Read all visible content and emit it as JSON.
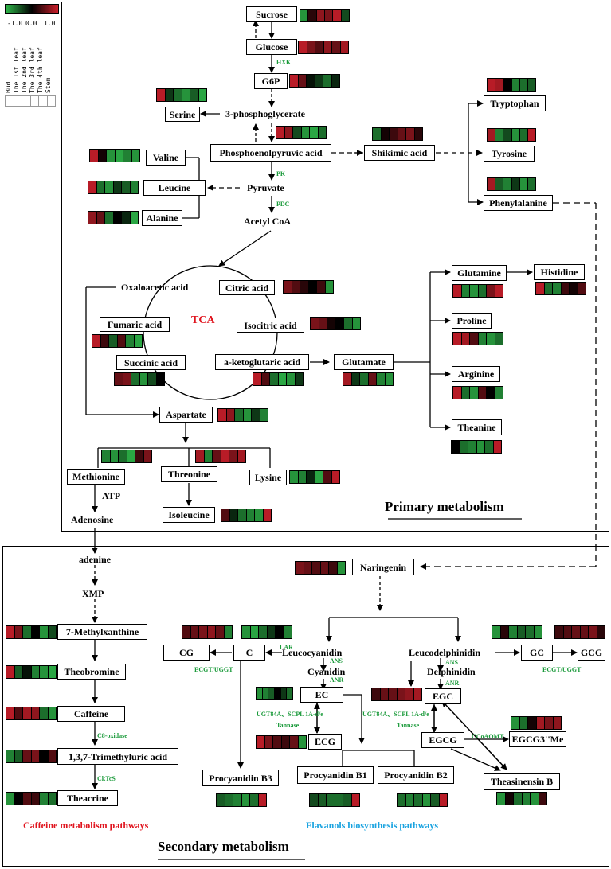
{
  "legend": {
    "scale_labels": [
      "-1.0",
      "0.0",
      "1.0"
    ],
    "tissues": [
      "Bud",
      "The 1st leaf",
      "The 2nd leaf",
      "The 3rd leaf",
      "The 4th leaf",
      "Stem"
    ],
    "colors": {
      "low": "#2fb84a",
      "mid": "#000000",
      "high": "#cc1f2b"
    }
  },
  "panels": {
    "primary": {
      "title": "Primary metabolism"
    },
    "secondary": {
      "title": "Secondary metabolism"
    }
  },
  "nodes": {
    "sucrose": "Sucrose",
    "glucose": "Glucose",
    "g6p": "G6P",
    "serine": "Serine",
    "phosphoglycerate": "3-phosphoglycerate",
    "pep": "Phosphoenolpyruvic acid",
    "shikimic": "Shikimic acid",
    "tryptophan": "Tryptophan",
    "tyrosine": "Tyrosine",
    "phenylalanine": "Phenylalanine",
    "valine": "Valine",
    "leucine": "Leucine",
    "alanine": "Alanine",
    "pyruvate": "Pyruvate",
    "acetylcoa": "Acetyl CoA",
    "oxaloacetic": "Oxaloacetic acid",
    "citric": "Citric acid",
    "tca": "TCA",
    "fumaric": "Fumaric acid",
    "isocitric": "Isocitric acid",
    "succinic": "Succinic acid",
    "ketoglutaric": "a-ketoglutaric acid",
    "glutamate": "Glutamate",
    "glutamine": "Glutamine",
    "histidine": "Histidine",
    "proline": "Proline",
    "arginine": "Arginine",
    "theanine": "Theanine",
    "aspartate": "Aspartate",
    "methionine": "Methionine",
    "threonine": "Threonine",
    "lysine": "Lysine",
    "isoleucine": "Isoleucine",
    "atp": "ATP",
    "adenosine": "Adenosine",
    "adenine": "adenine",
    "xmp": "XMP",
    "methylxanthine": "7-Methylxanthine",
    "theobromine": "Theobromine",
    "caffeine": "Caffeine",
    "trimethyluric": "1,3,7-Trimethyluric acid",
    "theacrine": "Theacrine",
    "naringenin": "Naringenin",
    "leucocyanidin": "Leucocyanidin",
    "cyanidin": "Cyanidin",
    "leucodelphinidin": "Leucodelphinidin",
    "delphinidin": "Delphinidin",
    "cg": "CG",
    "c": "C",
    "ec": "EC",
    "ecg": "ECG",
    "egc": "EGC",
    "egcg": "EGCG",
    "egcg3me": "EGCG3''Me",
    "gc": "GC",
    "gcg": "GCG",
    "procyanidin_b3": "Procyanidin B3",
    "procyanidin_b1": "Procyanidin B1",
    "procyanidin_b2": "Procyanidin B2",
    "theasinensin_b": "Theasinensin B"
  },
  "enzymes": {
    "hxk": "HXK",
    "pk": "PK",
    "pdc": "PDC",
    "lar": "LAR",
    "ans1": "ANS",
    "anr1": "ANR",
    "ans2": "ANS",
    "anr2": "ANR",
    "ecgt1": "ECGT/UGGT",
    "ecgt2": "ECGT/UGGT",
    "ugt1": "UGT84A、SCPL 1A-d/e",
    "tannase1": "Tannase",
    "ugt2": "UGT84A、SCPL 1A-d/e",
    "tannase2": "Tannase",
    "c8": "C8-oxidase",
    "cktcs": "CkTcS",
    "ccoaomt": "CCoAOMT"
  },
  "captions": {
    "caffeine_pathway": "Caffeine metabolism pathways",
    "flavanol_pathway": "Flavanols biosynthesis pathways",
    "caffeine_color": "#e0141e",
    "flavanol_color": "#1aa3e0"
  },
  "heatmaps": {
    "sucrose": {
      "label": "Sucrose",
      "values": [
        -0.8,
        0.2,
        0.7,
        0.6,
        0.9,
        -0.4
      ]
    },
    "glucose": {
      "label": "Glucose",
      "values": [
        0.9,
        0.6,
        0.4,
        0.7,
        0.5,
        0.8
      ]
    },
    "g6p": {
      "label": "G6P",
      "values": [
        0.9,
        0.5,
        -0.1,
        -0.3,
        -0.6,
        -0.2
      ]
    },
    "serine": {
      "label": "Serine",
      "values": [
        0.9,
        -0.3,
        -0.6,
        -0.8,
        -0.5,
        -0.9
      ]
    },
    "pep": {
      "label": "Phosphoenolpyruvic acid",
      "values": [
        0.9,
        0.7,
        -0.4,
        -0.8,
        -0.9,
        -0.6
      ]
    },
    "shikimic": {
      "label": "Shikimic acid",
      "values": [
        -0.6,
        0.1,
        0.3,
        0.5,
        0.6,
        0.2
      ]
    },
    "tryptophan": {
      "label": "Tryptophan",
      "values": [
        0.9,
        0.8,
        0.0,
        -0.7,
        -0.6,
        -0.5
      ]
    },
    "tyrosine": {
      "label": "Tyrosine",
      "values": [
        0.8,
        -0.7,
        -0.4,
        -0.8,
        -0.6,
        0.9
      ]
    },
    "phenylalanine": {
      "label": "Phenylalanine",
      "values": [
        0.8,
        -0.5,
        -0.7,
        -0.3,
        -0.8,
        -0.6
      ]
    },
    "valine": {
      "label": "Valine",
      "values": [
        0.9,
        0.1,
        -0.8,
        -0.9,
        -0.7,
        -0.8
      ]
    },
    "leucine": {
      "label": "Leucine",
      "values": [
        0.9,
        -0.6,
        -0.8,
        -0.3,
        -0.5,
        -0.7
      ]
    },
    "alanine": {
      "label": "Alanine",
      "values": [
        0.7,
        0.5,
        -0.6,
        0.0,
        -0.2,
        -0.9
      ]
    },
    "citric": {
      "label": "Citric acid",
      "values": [
        0.6,
        0.4,
        0.2,
        0.0,
        0.3,
        -0.8
      ]
    },
    "isocitric": {
      "label": "Isocitric acid",
      "values": [
        0.6,
        0.5,
        0.1,
        0.0,
        -0.6,
        -0.8
      ]
    },
    "fumaric": {
      "label": "Fumaric acid",
      "values": [
        0.9,
        0.3,
        -0.5,
        0.4,
        -0.7,
        -0.9
      ]
    },
    "succinic": {
      "label": "Succinic acid",
      "values": [
        0.5,
        0.6,
        -0.6,
        -0.8,
        -0.4,
        0.0
      ]
    },
    "ketoglutaric": {
      "label": "a-ketoglutaric acid",
      "values": [
        0.9,
        0.4,
        -0.6,
        -0.9,
        -0.8,
        -0.3
      ]
    },
    "glutamate": {
      "label": "Glutamate",
      "values": [
        0.8,
        -0.3,
        -0.6,
        0.5,
        -0.7,
        -0.8
      ]
    },
    "glutamine": {
      "label": "Glutamine",
      "values": [
        0.9,
        -0.7,
        -0.8,
        -0.6,
        0.6,
        0.9
      ]
    },
    "histidine": {
      "label": "Histidine",
      "values": [
        0.9,
        -0.6,
        -0.7,
        0.3,
        0.1,
        0.4
      ]
    },
    "proline": {
      "label": "Proline",
      "values": [
        0.9,
        0.8,
        0.4,
        -0.7,
        -0.8,
        -0.6
      ]
    },
    "arginine": {
      "label": "Arginine",
      "values": [
        0.9,
        -0.6,
        -0.8,
        0.4,
        0.0,
        -0.7
      ]
    },
    "theanine": {
      "label": "Theanine",
      "values": [
        0.0,
        -0.6,
        -0.7,
        -0.8,
        -0.6,
        0.9
      ]
    },
    "aspartate": {
      "label": "Aspartate",
      "values": [
        0.9,
        0.7,
        -0.6,
        -0.8,
        -0.3,
        -0.7
      ]
    },
    "methionine": {
      "label": "Methionine",
      "values": [
        -0.7,
        -0.8,
        -0.6,
        -0.9,
        0.3,
        0.6
      ]
    },
    "threonine": {
      "label": "Threonine",
      "values": [
        0.8,
        -0.7,
        0.5,
        0.9,
        0.6,
        0.8
      ]
    },
    "lysine": {
      "label": "Lysine",
      "values": [
        -0.8,
        -0.7,
        -0.2,
        -0.9,
        0.4,
        0.9
      ]
    },
    "isoleucine": {
      "label": "Isoleucine",
      "values": [
        0.4,
        -0.2,
        -0.6,
        -0.7,
        -0.8,
        0.9
      ]
    },
    "naringenin": {
      "label": "Naringenin",
      "values": [
        0.6,
        0.5,
        0.4,
        0.5,
        0.3,
        -0.8
      ]
    },
    "cg": {
      "label": "CG",
      "values": [
        0.4,
        0.5,
        0.6,
        0.7,
        0.5,
        -0.7
      ]
    },
    "c": {
      "label": "C",
      "values": [
        -0.8,
        -0.9,
        -0.6,
        -0.3,
        0.0,
        -0.7
      ]
    },
    "ec": {
      "label": "EC",
      "values": [
        -0.8,
        -0.7,
        -0.5,
        0.0,
        -0.3,
        -0.6
      ]
    },
    "ecg": {
      "label": "ECG",
      "values": [
        0.9,
        0.6,
        0.4,
        0.3,
        0.5,
        -0.8
      ]
    },
    "egc": {
      "label": "EGC",
      "values": [
        0.3,
        0.5,
        0.5,
        0.6,
        0.7,
        0.8
      ]
    },
    "gc": {
      "label": "GC",
      "values": [
        -0.8,
        0.2,
        -0.7,
        -0.5,
        -0.6,
        -0.8
      ]
    },
    "gcg": {
      "label": "GCG",
      "values": [
        0.3,
        0.4,
        0.5,
        0.5,
        0.6,
        0.2
      ]
    },
    "egcg3me": {
      "label": "EGCG3''Me",
      "values": [
        -0.8,
        -0.6,
        0.1,
        0.8,
        0.6,
        0.7
      ]
    },
    "methylxanthine": {
      "label": "7-Methylxanthine",
      "values": [
        0.9,
        0.6,
        -0.6,
        0.0,
        -0.8,
        -0.4
      ]
    },
    "theobromine": {
      "label": "Theobromine",
      "values": [
        0.9,
        -0.5,
        -0.1,
        -0.7,
        -0.8,
        -0.9
      ]
    },
    "caffeine": {
      "label": "Caffeine",
      "values": [
        0.9,
        0.4,
        0.8,
        0.7,
        -0.6,
        -0.8
      ]
    },
    "trimethyluric": {
      "label": "1,3,7-Trimethyluric acid",
      "values": [
        -0.7,
        -0.5,
        0.5,
        0.6,
        0.0,
        0.4
      ]
    },
    "theacrine": {
      "label": "Theacrine",
      "values": [
        -0.8,
        0.0,
        0.4,
        0.3,
        -0.7,
        -0.6
      ]
    },
    "procyanidin_b3": {
      "label": "Procyanidin B3",
      "values": [
        -0.5,
        -0.6,
        -0.7,
        -0.8,
        -0.6,
        0.9
      ]
    },
    "procyanidin_b1": {
      "label": "Procyanidin B1",
      "values": [
        -0.4,
        -0.5,
        -0.6,
        -0.6,
        -0.5,
        0.9
      ]
    },
    "procyanidin_b2": {
      "label": "Procyanidin B2",
      "values": [
        -0.6,
        -0.7,
        -0.6,
        -0.8,
        -0.5,
        0.9
      ]
    },
    "theasinensin_b": {
      "label": "Theasinensin B",
      "values": [
        -0.8,
        0.1,
        -0.6,
        -0.7,
        -0.8,
        0.3
      ]
    }
  }
}
